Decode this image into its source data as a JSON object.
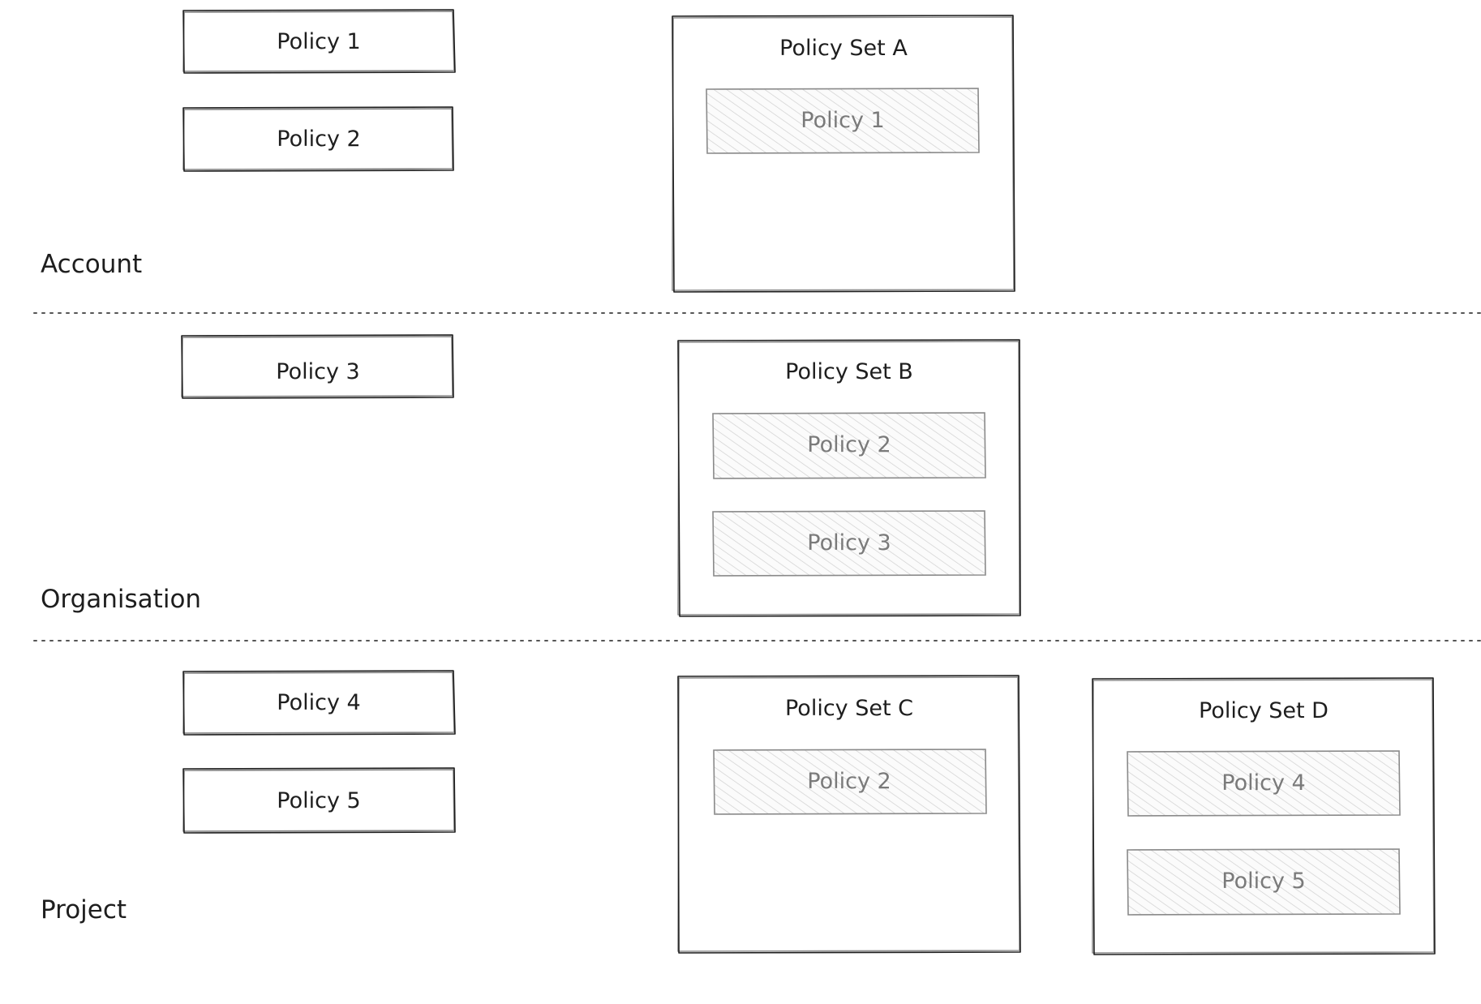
{
  "zones": {
    "account": "Account",
    "organisation": "Organisation",
    "project": "Project"
  },
  "policies": {
    "p1": "Policy 1",
    "p2": "Policy 2",
    "p3": "Policy 3",
    "p4": "Policy 4",
    "p5": "Policy 5"
  },
  "policy_sets": {
    "a": {
      "title": "Policy Set A",
      "members": [
        "Policy 1"
      ]
    },
    "b": {
      "title": "Policy Set B",
      "members": [
        "Policy 2",
        "Policy 3"
      ]
    },
    "c": {
      "title": "Policy Set C",
      "members": [
        "Policy 2"
      ]
    },
    "d": {
      "title": "Policy Set D",
      "members": [
        "Policy 4",
        "Policy 5"
      ]
    }
  },
  "colors": {
    "stroke": "#1e1e1e",
    "inner_stroke": "#8a8a8a",
    "inner_text": "#7a7a7a",
    "hatch": "#c8c8c8",
    "divider": "#555555"
  }
}
